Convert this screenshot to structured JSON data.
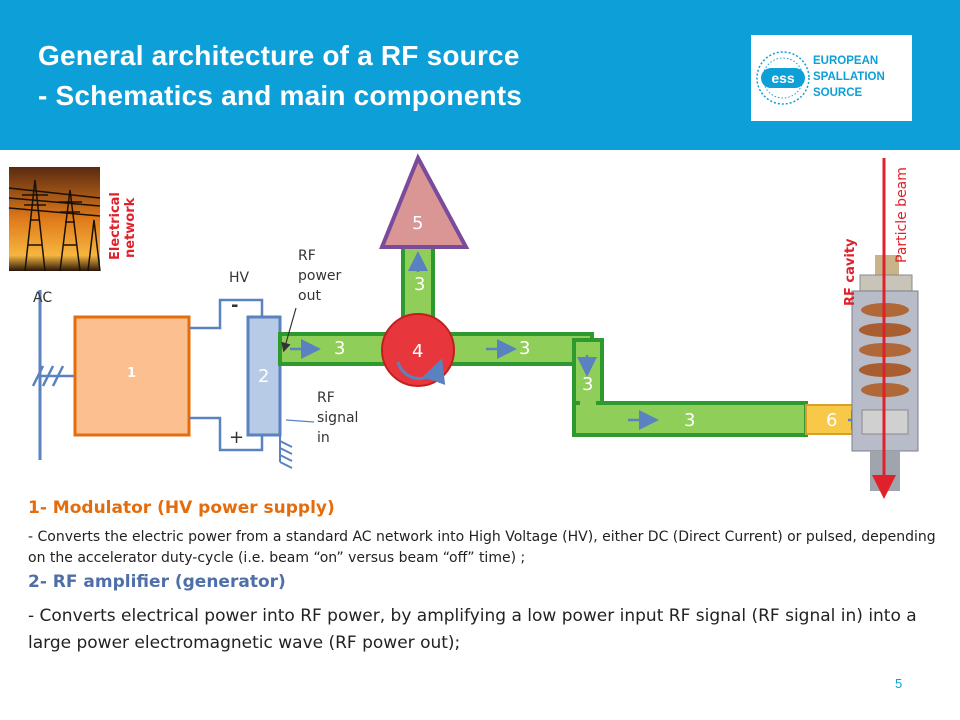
{
  "header": {
    "title_line1": "General architecture of a RF source",
    "title_line2": "- Schematics and main components",
    "logo": {
      "line1": "EUROPEAN",
      "line2": "SPALLATION",
      "line3": "SOURCE",
      "mark": "ess"
    }
  },
  "diagram": {
    "labels": {
      "electrical_network_1": "Electrical",
      "electrical_network_2": "network",
      "ac": "AC",
      "hv": "HV",
      "minus": "-",
      "plus": "+",
      "rf_power_out_1": "RF",
      "rf_power_out_2": "power",
      "rf_power_out_3": "out",
      "rf_signal_in_1": "RF",
      "rf_signal_in_2": "signal",
      "rf_signal_in_3": "in",
      "rf_cavity": "RF cavity",
      "particle_beam": "Particle beam"
    },
    "components": {
      "modulator": "1",
      "amplifier": "2",
      "waveguide": "3",
      "circulator": "4",
      "load": "5",
      "coupler": "6"
    },
    "colors": {
      "modulator_fill": "#fbbf90",
      "modulator_stroke": "#e46c0a",
      "amplifier_fill": "#b8cbe6",
      "waveguide_fill": "#8fce58",
      "waveguide_stroke": "#2e9a2e",
      "circulator": "#e8373c",
      "load_fill": "#d99694",
      "load_stroke": "#7a4b9a",
      "coupler": "#f8c848",
      "beam": "#e0202a",
      "wire": "#5a82c0"
    }
  },
  "description": {
    "item1_heading": "1- Modulator (HV power supply)",
    "item1_text": "- Converts the electric power from a standard AC network into High Voltage (HV), either DC (Direct Current) or pulsed, depending on the accelerator duty-cycle (i.e. beam “on” versus beam “off” time) ;",
    "item2_heading": "2- RF amplifier (generator)",
    "item2_text": "- Converts electrical power into RF power, by amplifying a low power input RF signal (RF signal in) into a large power electromagnetic wave (RF power out);"
  },
  "footer": {
    "page_number": "5"
  }
}
